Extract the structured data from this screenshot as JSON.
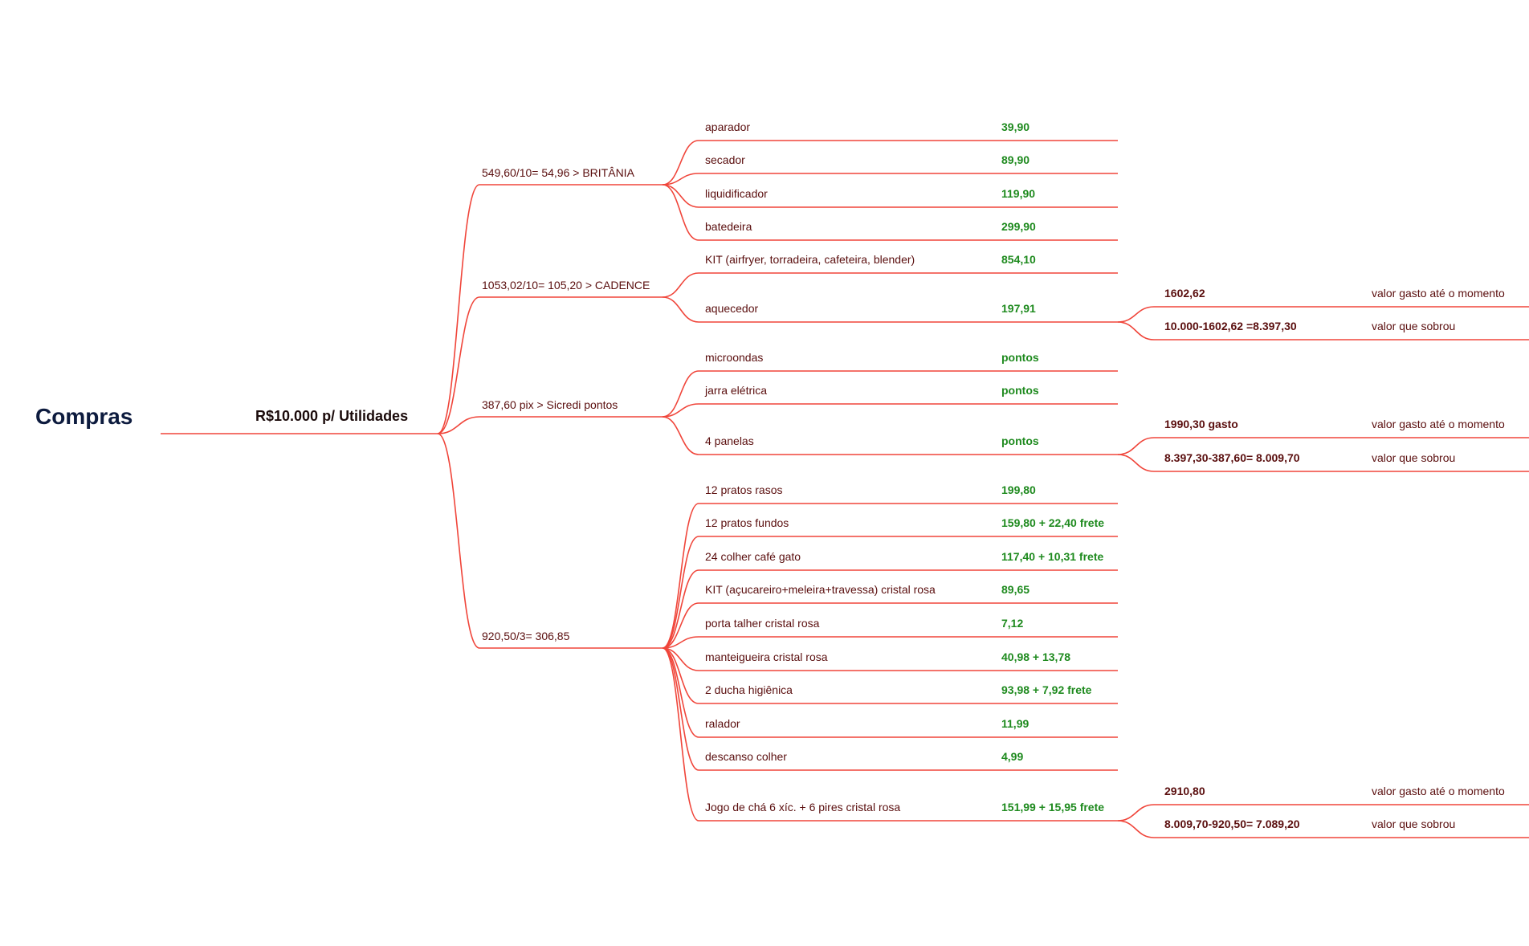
{
  "root": {
    "label": "Compras"
  },
  "main": {
    "label": "R$10.000 p/ Utilidades"
  },
  "groups": [
    {
      "label": "549,60/10= 54,96 > BRITÂNIA",
      "items": [
        {
          "name": "aparador",
          "price": "39,90"
        },
        {
          "name": "secador",
          "price": "89,90"
        },
        {
          "name": "liquidificador",
          "price": "119,90"
        },
        {
          "name": "batedeira",
          "price": "299,90"
        }
      ]
    },
    {
      "label": "1053,02/10= 105,20 > CADENCE",
      "items": [
        {
          "name": "KIT (airfryer, torradeira, cafeteira, blender)",
          "price": "854,10"
        },
        {
          "name": "aquecedor",
          "price": "197,91",
          "summary": [
            {
              "value": "1602,62",
              "note": "valor gasto até o momento"
            },
            {
              "value": "10.000-1602,62 =8.397,30",
              "note": "valor que sobrou"
            }
          ]
        }
      ]
    },
    {
      "label": "387,60 pix > Sicredi pontos",
      "items": [
        {
          "name": "microondas",
          "price": "pontos"
        },
        {
          "name": "jarra elétrica",
          "price": "pontos"
        },
        {
          "name": "4 panelas",
          "price": "pontos",
          "summary": [
            {
              "value": "1990,30 gasto",
              "note": "valor gasto até o momento"
            },
            {
              "value": "8.397,30-387,60= 8.009,70",
              "note": "valor que sobrou"
            }
          ]
        }
      ]
    },
    {
      "label": "920,50/3= 306,85",
      "items": [
        {
          "name": "12 pratos rasos",
          "price": "199,80"
        },
        {
          "name": "12 pratos fundos",
          "price": "159,80 + 22,40 frete"
        },
        {
          "name": "24 colher café gato",
          "price": "117,40 + 10,31 frete"
        },
        {
          "name": "KIT (açucareiro+meleira+travessa) cristal rosa",
          "price": "89,65"
        },
        {
          "name": "porta talher cristal rosa",
          "price": "7,12"
        },
        {
          "name": "manteigueira cristal rosa",
          "price": "40,98 + 13,78"
        },
        {
          "name": "2 ducha higiênica",
          "price": "93,98 + 7,92 frete"
        },
        {
          "name": "ralador",
          "price": "11,99"
        },
        {
          "name": "descanso colher",
          "price": "4,99"
        },
        {
          "name": "Jogo de chá 6 xíc. + 6 pires cristal rosa",
          "price": "151,99 + 15,95 frete",
          "summary": [
            {
              "value": "2910,80",
              "note": "valor gasto até o momento"
            },
            {
              "value": "8.009,70-920,50= 7.089,20",
              "note": "valor que sobrou"
            }
          ]
        }
      ]
    }
  ],
  "colors": {
    "line": "#f0453a",
    "root_text": "#0d1b3e",
    "text": "#5a0e0e",
    "price": "#1e8a1e"
  }
}
